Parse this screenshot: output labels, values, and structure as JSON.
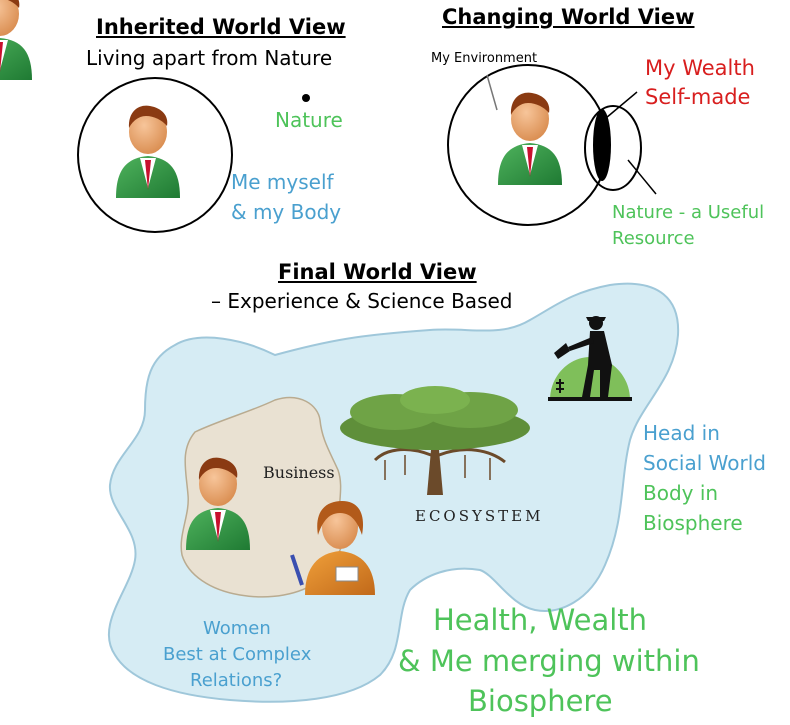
{
  "inherited": {
    "title": "Inherited World View",
    "subtitle": "Living apart from Nature",
    "nature_label": "Nature",
    "me_label_line1": "Me myself",
    "me_label_line2": "& my Body"
  },
  "changing": {
    "title": "Changing World View",
    "environment_label": "My Environment",
    "wealth_line1": "My Wealth",
    "wealth_line2": "Self-made",
    "nature_line1": "Nature - a Useful",
    "nature_line2": "Resource"
  },
  "final": {
    "title": "Final World View",
    "subtitle": "– Experience & Science Based",
    "business_label": "Business",
    "ecosystem_label": "ECOSYSTEM",
    "head_line1": "Head in",
    "head_line2": "Social World",
    "body_line1": "Body in",
    "body_line2": "Biosphere",
    "women_line1": "Women",
    "women_line2": "Best at Complex",
    "women_line3": "Relations?",
    "health_line1": "Health, Wealth",
    "health_line2": "& Me merging within",
    "health_line3": "Biosphere"
  },
  "icons": [
    "man-icon",
    "woman-icon",
    "tree-icon",
    "farmer-icon"
  ],
  "colors": {
    "nature_green": "#4ec35a",
    "body_blue": "#4aa0cf",
    "wealth_red": "#d81e1e",
    "biosphere_fill": "#d6ecf4",
    "business_fill": "#e9e1d2"
  }
}
